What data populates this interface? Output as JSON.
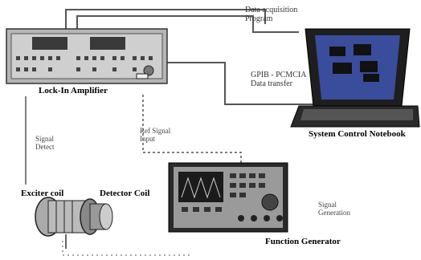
{
  "labels": {
    "lockin": "Lock-In Amplifier",
    "notebook": "System Control Notebook",
    "daq_line1": "Data acquisition",
    "daq_line2": "Program",
    "gpib_line1": "GPIB - PCMCIA",
    "gpib_line2": "Data transfer",
    "ref_line1": "Ref Signal",
    "ref_line2": "Input",
    "sig_detect_line1": "Signal",
    "sig_detect_line2": "Detect",
    "exciter": "Exciter coil",
    "detector": "Detector Coil",
    "sig_gen_line1": "Signal",
    "sig_gen_line2": "Generation",
    "function_generator": "Function Generator"
  },
  "colors": {
    "screen_dark": "#222222",
    "screen_blue": "#2f3f8f",
    "device_gray": "#9a9a9a",
    "wire": "#444444"
  }
}
